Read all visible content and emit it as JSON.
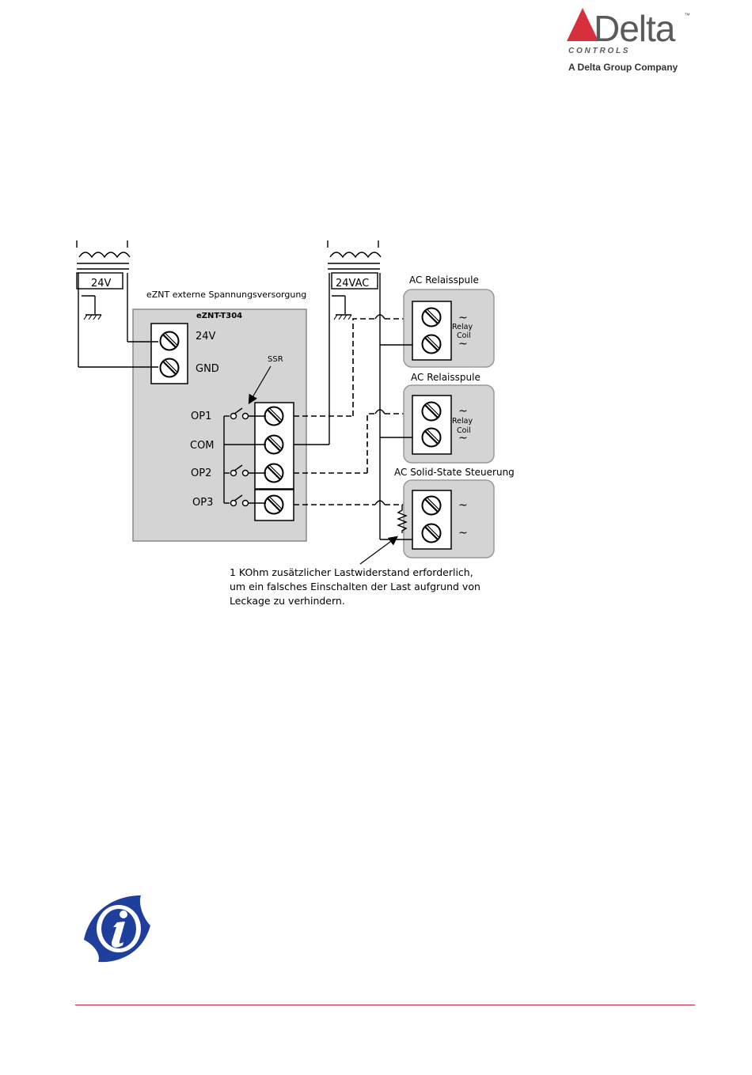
{
  "colors": {
    "brand_red": "#d72f3c",
    "brand_gray": "#5a5a5a",
    "info_blue": "#1f3f9d",
    "box_fill": "#d4d4d4",
    "footer_line": "#c8253b"
  },
  "header": {
    "logo_wordmark": "Delta",
    "logo_tm": "™",
    "logo_subline": "C O N T R O L S",
    "logo_tagline": "A Delta Group Company"
  },
  "diagram": {
    "transformer_left_label": "24V",
    "transformer_right_label": "24VAC",
    "supply_caption": "eZNT externe Spannungsversorgung",
    "module_title": "eZNT-T304",
    "terminal_24v": "24V",
    "terminal_gnd": "GND",
    "ssr_label": "SSR",
    "op1": "OP1",
    "com": "COM",
    "op2": "OP2",
    "op3": "OP3",
    "load1_title": "AC Relaisspule",
    "load2_title": "AC Relaisspule",
    "load3_title": "AC Solid-State Steuerung",
    "relay_word": "Relay",
    "coil_word": "Coil",
    "tilde": "~",
    "note_line1": "1 KOhm zusätzlicher Lastwiderstand erforderlich,",
    "note_line2": "um ein falsches Einschalten der Last aufgrund von",
    "note_line3": "Leckage zu verhindern."
  },
  "info_icon": {
    "icon": "info-icon"
  }
}
